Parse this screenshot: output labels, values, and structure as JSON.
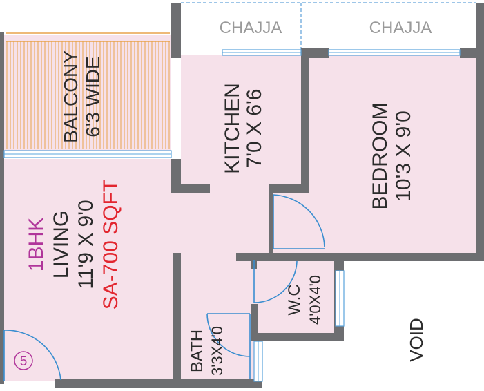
{
  "colors": {
    "room_fill": "#f6e1ea",
    "wall": "#6d6e71",
    "door": "#3a8ed0",
    "window": "#5aa4dc",
    "balcony_line": "#e8a24a",
    "chajja_dash": "#7fb4e0",
    "label_text": "#2b2b2b",
    "unit_type": "#b0359a",
    "area_text": "#e2262f",
    "chajja_text": "#9a9a9a"
  },
  "chajja": {
    "left": "CHAJJA",
    "right": "CHAJJA"
  },
  "balcony": {
    "name": "BALCONY",
    "size": "6'3 WIDE"
  },
  "kitchen": {
    "name": "KITCHEN",
    "size": "7'0 X 6'6"
  },
  "bedroom": {
    "name": "BEDROOM",
    "size": "10'3 X 9'0"
  },
  "living": {
    "unit_type": "1BHK",
    "name": "LIVING",
    "size": "11'9 X 9'0",
    "area": "SA-700 SQFT"
  },
  "wc": {
    "name": "W.C",
    "size": "4'0X4'0"
  },
  "bath": {
    "name": "BATH",
    "size": "3'3X4'0"
  },
  "void_label": "VOID",
  "flat_number": "5"
}
